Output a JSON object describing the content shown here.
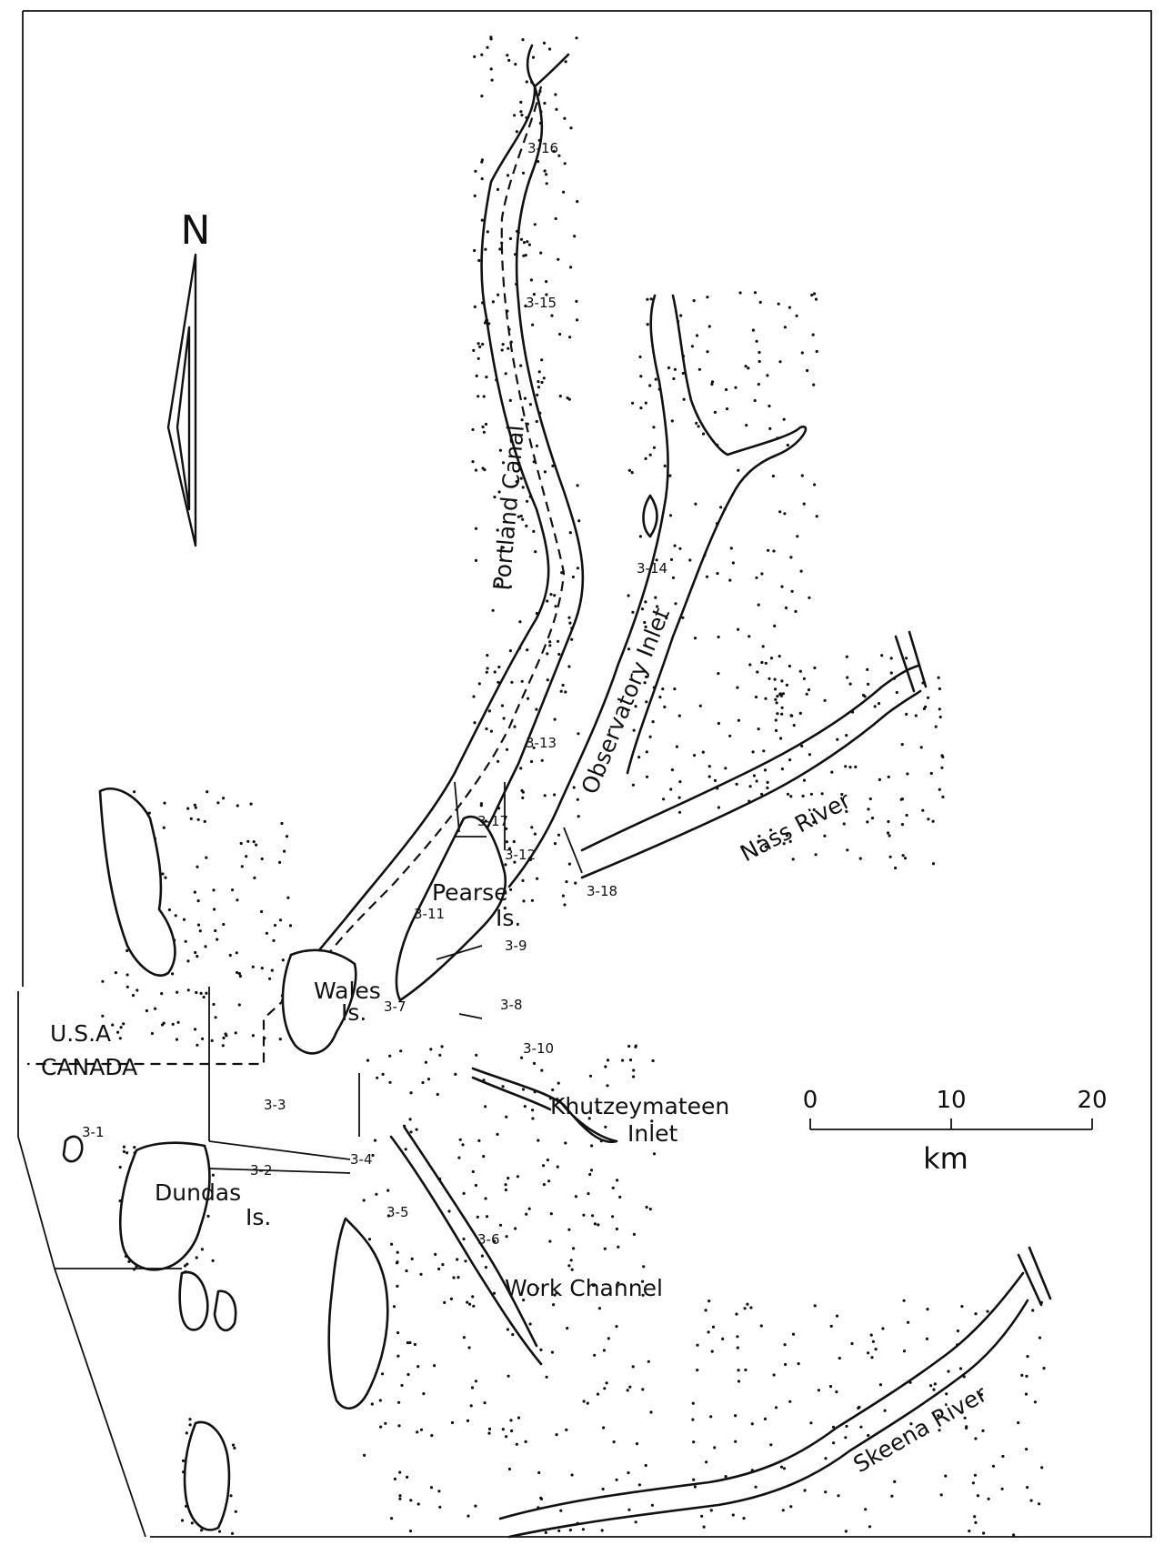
{
  "north_arrow": {
    "label": "N"
  },
  "countries": {
    "usa": "U.S.A",
    "canada": "CANADA"
  },
  "scale_bar": {
    "ticks": [
      "0",
      "10",
      "20"
    ],
    "unit": "km"
  },
  "water_names": {
    "portland_canal": "Portland Canal",
    "observatory_inlet": "Observatory Inlet",
    "nass_river": "Nass River",
    "khutzeymateen_inlet_1": "Khutzeymateen",
    "khutzeymateen_inlet_2": "Inlet",
    "work_channel": "Work Channel",
    "skeena_river": "Skeena River"
  },
  "islands": {
    "pearse_1": "Pearse",
    "pearse_2": "Is.",
    "wales_1": "Wales",
    "wales_2": "Is.",
    "dundas_1": "Dundas",
    "dundas_2": "Is."
  },
  "segments": [
    "3-1",
    "3-2",
    "3-3",
    "3-4",
    "3-5",
    "3-6",
    "3-7",
    "3-8",
    "3-9",
    "3-10",
    "3-11",
    "3-12",
    "3-13",
    "3-14",
    "3-15",
    "3-16",
    "3-17",
    "3-18"
  ],
  "colors": {
    "ink": "#111111",
    "paper": "#ffffff"
  }
}
